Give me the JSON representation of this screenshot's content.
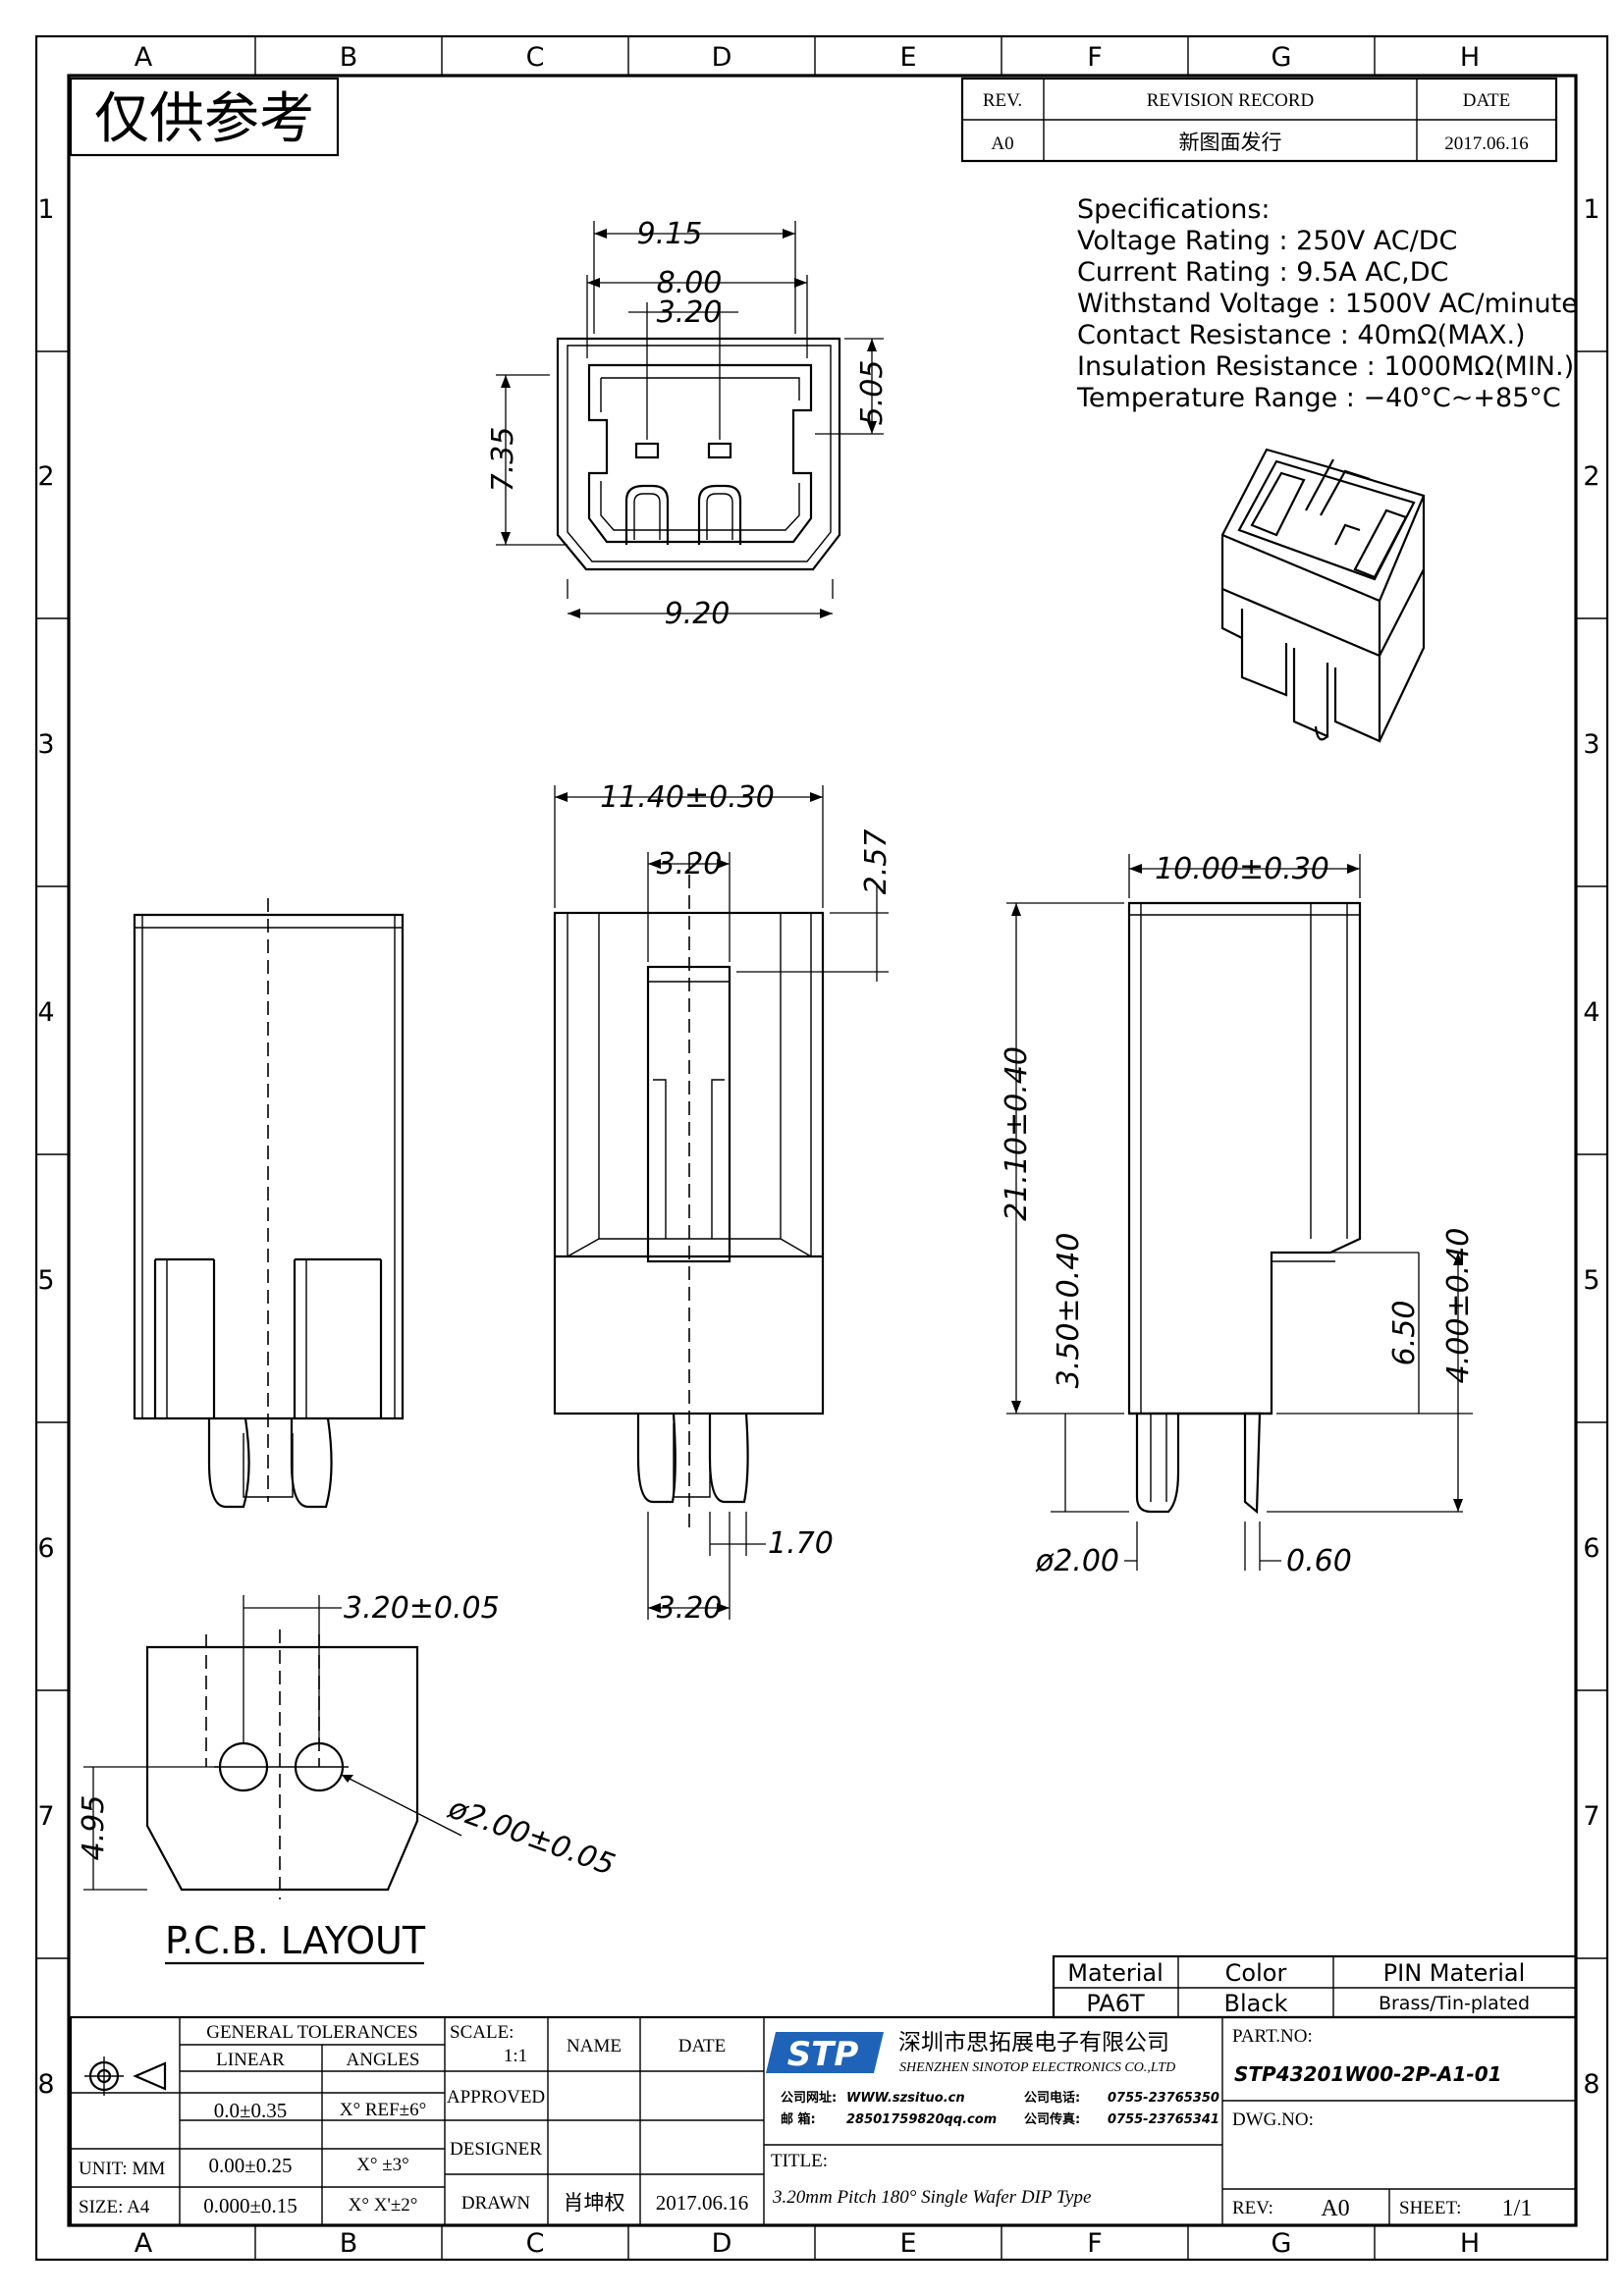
{
  "grid": {
    "columns": [
      "A",
      "B",
      "C",
      "D",
      "E",
      "F",
      "G",
      "H"
    ],
    "rows": [
      "1",
      "2",
      "3",
      "4",
      "5",
      "6",
      "7",
      "8"
    ]
  },
  "stamp": "仅供参考",
  "revision": {
    "headers": {
      "rev": "REV.",
      "record": "REVISION RECORD",
      "date": "DATE"
    },
    "row": {
      "rev": "A0",
      "record": "新图面发行",
      "date": "2017.06.16"
    }
  },
  "specifications": {
    "title": "Specifications:",
    "lines": [
      "Voltage  Rating  :  250V  AC/DC",
      "Current  Rating  :  9.5A  AC,DC",
      "Withstand  Voltage  :  1500V  AC/minute",
      "Contact  Resistance  :  40mΩ(MAX.)",
      "Insulation  Resistance  :  1000MΩ(MIN.)",
      "Temperature  Range  :  −40°C~+85°C"
    ]
  },
  "dimensions": {
    "top_w1": "9.15",
    "top_w2": "8.00",
    "top_pitch": "3.20",
    "top_depth": "5.05",
    "top_height": "7.35",
    "top_bottom": "9.20",
    "front_width": "11.40±0.30",
    "front_pitch": "3.20",
    "front_top": "2.57",
    "pin_width": "1.70",
    "pin_pitch": "3.20",
    "side_width": "10.00±0.30",
    "side_height": "21.10±0.40",
    "side_pin": "3.50±0.40",
    "side_step": "6.50",
    "side_tail": "4.00±0.40",
    "side_pin_dia": "ø2.00",
    "side_pin_thk": "0.60",
    "pcb_pitch": "3.20±0.05",
    "pcb_hole": "ø2.00±0.05",
    "pcb_height": "4.95"
  },
  "pcb_layout_title": "P.C.B.  LAYOUT",
  "material": {
    "headers": [
      "Material",
      "Color",
      "PIN  Material"
    ],
    "values": [
      "PA6T",
      "Black",
      "Brass/Tin-plated"
    ]
  },
  "title_block": {
    "general_tolerances": "GENERAL  TOLERANCES",
    "linear": "LINEAR",
    "angles": "ANGLES",
    "tol_rows": [
      {
        "linear": "0.0±0.35",
        "angle": "X° REF±6°"
      },
      {
        "linear": "0.00±0.25",
        "angle": "X°  ±3°"
      },
      {
        "linear": "0.000±0.15",
        "angle": "X°  X'±2°"
      }
    ],
    "unit": "UNIT:  MM",
    "size": "SIZE:  A4",
    "scale_label": "SCALE:",
    "scale_value": "1:1",
    "name": "NAME",
    "date": "DATE",
    "approved": "APPROVED",
    "designer": "DESIGNER",
    "drawn": "DRAWN",
    "drawn_name": "肖坤权",
    "drawn_date": "2017.06.16",
    "company_logo": "STP",
    "company_cn": "深圳市思拓展电子有限公司",
    "company_en": "SHENZHEN  SINOTOP  ELECTRONICS  CO.,LTD",
    "web_label": "公司网址:",
    "web": "WWW.szsituo.cn",
    "phone_label": "公司电话:",
    "phone": "0755-23765350",
    "mail_label": "邮    箱:",
    "mail": "28501759820qq.com",
    "fax_label": "公司传真:",
    "fax": "0755-23765341",
    "title_label": "TITLE:",
    "title": "3.20mm Pitch 180° Single Wafer DIP Type",
    "part_label": "PART.NO:",
    "part_no": "STP43201W00-2P-A1-01",
    "dwg_label": "DWG.NO:",
    "rev_label": "REV:",
    "rev_value": "A0",
    "sheet_label": "SHEET:",
    "sheet_value": "1/1"
  }
}
